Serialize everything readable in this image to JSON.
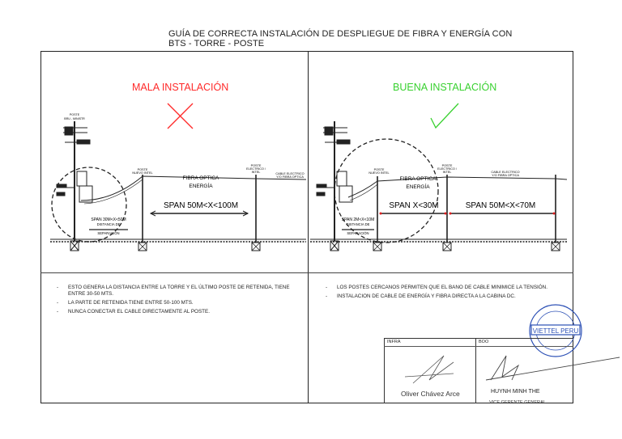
{
  "title": {
    "line1": "GUÍA DE CORRECTA INSTALACIÓN DE DESPLIEGUE DE FIBRA Y ENERGÍA CON",
    "line2": "BTS - TORRE - POSTE"
  },
  "left_panel": {
    "heading": "MALA INSTALACIÓN",
    "heading_color": "#ff2a2a",
    "mark_icon": "x-mark-icon",
    "pole_label_top": "POSTE",
    "pole_label_top2": "BRU - MINISTR",
    "poste_nuevo": "POSTE",
    "poste_nuevo2": "NUEVO INTEL",
    "poste_electrico": "POSTE",
    "poste_electrico2": "ELECTRICO /",
    "poste_electrico3": "INTEL",
    "cable_electrico": "CABLE ELECTRICO",
    "cable_electrico2": "Y/O FIBRA OPTICA",
    "fibra": "FIBRA OPTICA",
    "energia": "ENERGÍA",
    "span_main": "SPAN 50M<X<100M",
    "span_small": "SPAN 30M<X<50M",
    "distancia": "DISTANCIA DE",
    "separacion": "SEPARACIÓN",
    "notes": [
      "ESTO GENERA LA DISTANCIA ENTRE LA TORRE Y EL ÚLTIMO POSTE DE RETENIDA, TIENE ENTRE 30-50 MTS.",
      "LA PARTE DE RETENIDA TIENE ENTRE 50-100 MTS.",
      "NUNCA CONECTAR EL CABLE DIRECTAMENTE AL POSTE."
    ]
  },
  "right_panel": {
    "heading": "BUENA INSTALACIÓN",
    "heading_color": "#39d130",
    "mark_icon": "check-mark-icon",
    "poste_nuevo": "POSTE",
    "poste_nuevo2": "NUEVO INTEL",
    "poste_electrico": "POSTE",
    "poste_electrico2": "ELECTRICO /",
    "poste_electrico3": "INTEL",
    "cable_electrico": "CABLE ELECTRICO",
    "cable_electrico2": "Y/O FIBRA OPTICA",
    "fibra": "FIBRA OPTICA",
    "energia": "ENERGÍA",
    "span_a": "SPAN X<30M",
    "span_b": "SPAN 50M<X<70M",
    "span_small": "SPAN 2M<X<10M",
    "distancia": "DISTANCIA DE",
    "separacion": "SEPARACIÓN",
    "notes": [
      "LOS POSTES CERCANOS PERMITEN QUE EL BANO DE CABLE MINIMICE LA TENSIÓN.",
      "INSTALACION DE CABLE DE ENERGÍA Y FIBRA DIRECTA A LA CABINA DC."
    ]
  },
  "signatures": {
    "infra_label": "INFRA",
    "boo_label": "BOO",
    "infra_name": "Oliver Chávez Arce",
    "boo_name": "HUYNH MINH THE",
    "boo_role": "VICE GERENTE GENERAL",
    "stamp_text": "VIETTEL PERU",
    "stamp_color": "#2b4fb5"
  }
}
